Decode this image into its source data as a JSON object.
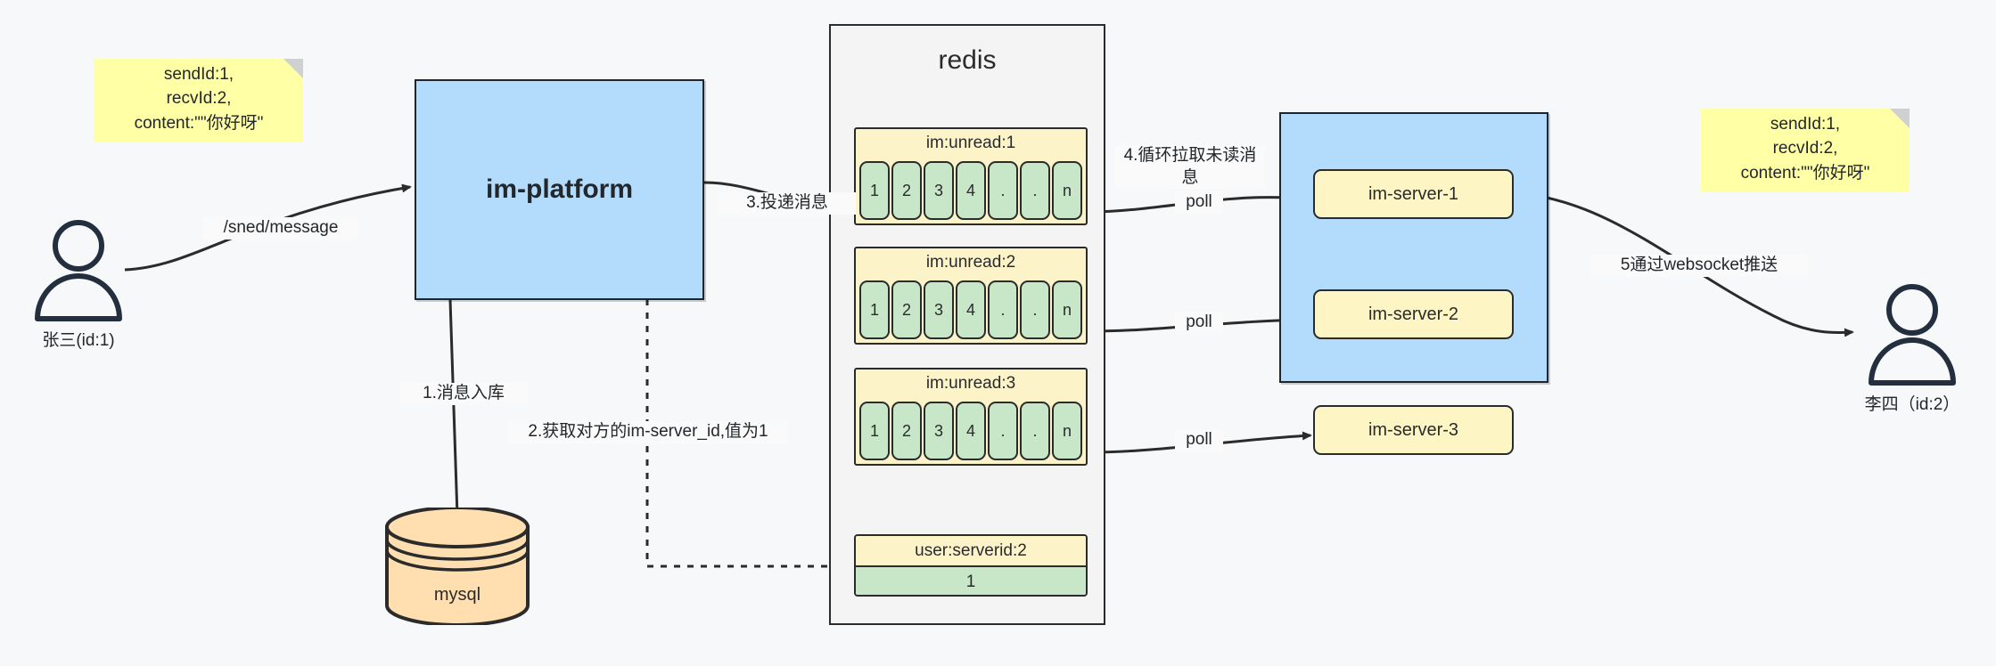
{
  "diagram": {
    "title": "IM message delivery architecture",
    "colors": {
      "background": "#f7f8f9",
      "note_yellow": "#ffffa6",
      "platform_blue": "#b3dbfb",
      "queue_yellow": "#fdf3c8",
      "cell_green": "#c7e7c8",
      "server_yellow": "#fdf5c4",
      "db_orange": "#ffdfb0",
      "stroke_dark": "#2b2b2b",
      "actor_navy": "#232f3e"
    }
  },
  "notes": {
    "left": "sendId:1,\nrecvId:2,\ncontent:\"\"你好呀\"",
    "right": "sendId:1,\nrecvId:2,\ncontent:\"\"你好呀\""
  },
  "actors": {
    "sender": {
      "label": "张三(id:1)"
    },
    "receiver": {
      "label": "李四（id:2）"
    }
  },
  "platform": {
    "label": "im-platform"
  },
  "database": {
    "label": "mysql"
  },
  "redis": {
    "title": "redis",
    "queues": [
      {
        "key": "im:unread:1",
        "cells": [
          "1",
          "2",
          "3",
          "4",
          ".",
          ".",
          "n"
        ]
      },
      {
        "key": "im:unread:2",
        "cells": [
          "1",
          "2",
          "3",
          "4",
          ".",
          ".",
          "n"
        ]
      },
      {
        "key": "im:unread:3",
        "cells": [
          "1",
          "2",
          "3",
          "4",
          ".",
          ".",
          "n"
        ]
      }
    ],
    "kv": {
      "key": "user:serverid:2",
      "value": "1"
    }
  },
  "cluster": {
    "servers": [
      {
        "label": "im-server-1"
      },
      {
        "label": "im-server-2"
      },
      {
        "label": "im-server-3"
      }
    ]
  },
  "edges": {
    "send_message": "/sned/message",
    "step1": "1.消息入库",
    "step2": "2.获取对方的im-server_id,值为1",
    "step3": "3.投递消息",
    "step4": "4.循环拉取未读消\n息",
    "poll1": "poll",
    "poll2": "poll",
    "poll3": "poll",
    "step5": "5通过websocket推送"
  }
}
